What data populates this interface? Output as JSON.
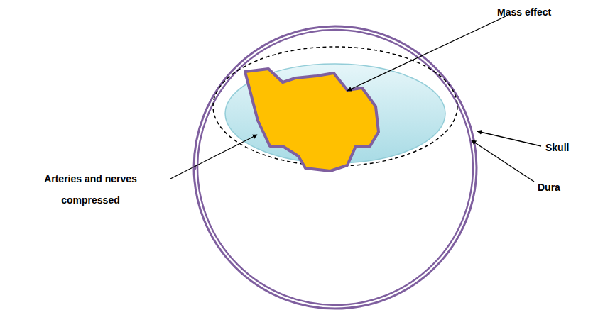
{
  "diagram": {
    "labels": [
      "Mass effect",
      "Arteries and nerves compressed",
      "Skull",
      "Dura"
    ]
  }
}
